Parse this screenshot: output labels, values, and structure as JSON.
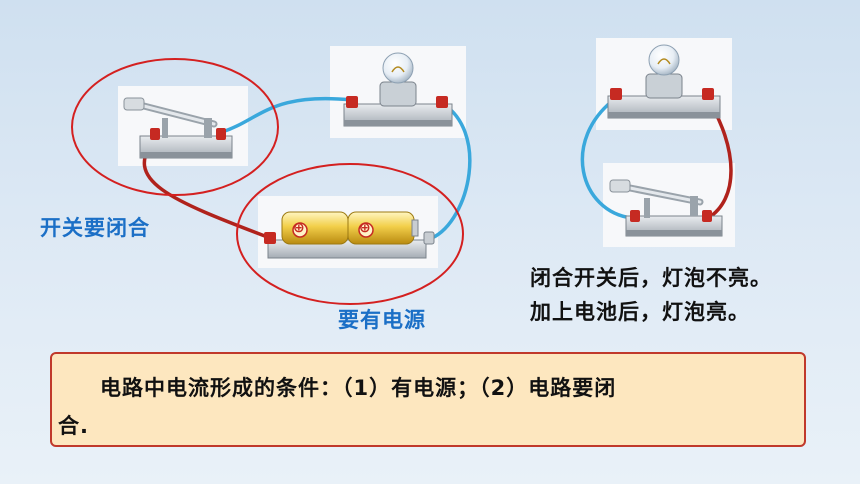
{
  "colors": {
    "annotation_blue": "#1b6fc6",
    "ring_red": "#d42020",
    "wire_blue": "#3aa8dc",
    "wire_red": "#b0221c",
    "box_fill": "#fde7bf",
    "box_border": "#c0392b"
  },
  "icons": [
    "knife-switch-icon",
    "light-bulb-icon",
    "battery-icon",
    "terminal-icon"
  ],
  "left_diagram": {
    "switch_label": "开关要闭合",
    "source_label": "要有电源",
    "battery_marks": [
      "⊕",
      "⊕"
    ]
  },
  "right_diagram": {
    "note_line_1": "闭合开关后，灯泡不亮。",
    "note_line_2": "加上电池后，灯泡亮。"
  },
  "conclusion": {
    "line_1": "电路中电流形成的条件：（1）有电源；（2）电路要闭",
    "line_2": "合."
  }
}
